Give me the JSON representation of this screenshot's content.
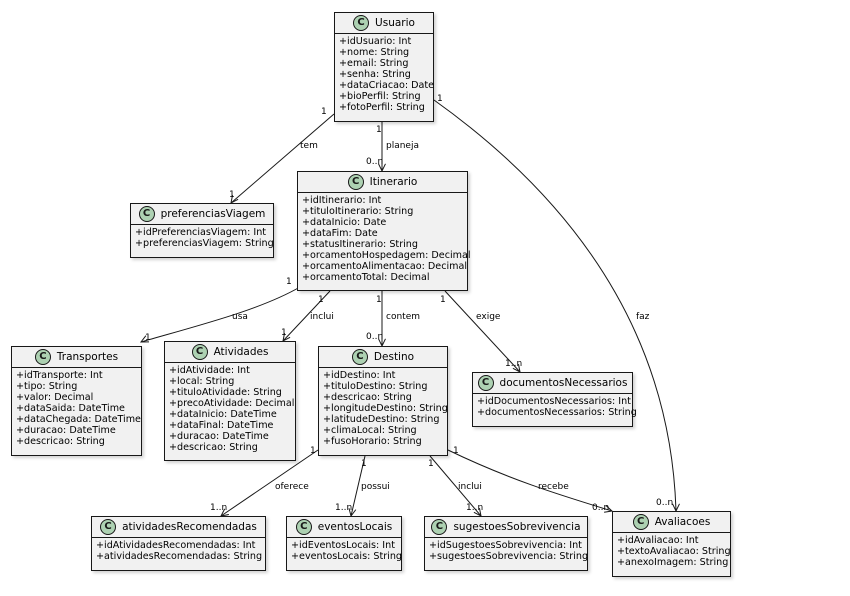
{
  "diagram": {
    "classes": [
      {
        "id": "usuario",
        "name": "Usuario",
        "badge": "C",
        "attributes": [
          "+idUsuario: Int",
          "+nome: String",
          "+email: String",
          "+senha: String",
          "+dataCriacao: Date",
          "+bioPerfil: String",
          "+fotoPerfil: String"
        ]
      },
      {
        "id": "preferencias",
        "name": "preferenciasViagem",
        "badge": "C",
        "attributes": [
          "+idPreferenciasViagem: Int",
          "+preferenciasViagem: String"
        ]
      },
      {
        "id": "itinerario",
        "name": "Itinerario",
        "badge": "C",
        "attributes": [
          "+idItinerario: Int",
          "+tituloItinerario: String",
          "+dataInicio: Date",
          "+dataFim: Date",
          "+statusItinerario: String",
          "+orcamentoHospedagem: Decimal",
          "+orcamentoAlimentacao: Decimal",
          "+orcamentoTotal: Decimal"
        ]
      },
      {
        "id": "transportes",
        "name": "Transportes",
        "badge": "C",
        "attributes": [
          "+idTransporte: Int",
          "+tipo: String",
          "+valor: Decimal",
          "+dataSaida: DateTime",
          "+dataChegada: DateTime",
          "+duracao: DateTime",
          "+descricao: String"
        ]
      },
      {
        "id": "atividades",
        "name": "Atividades",
        "badge": "C",
        "attributes": [
          "+idAtividade: Int",
          "+local: String",
          "+tituloAtividade: String",
          "+precoAtividade: Decimal",
          "+dataInicio: DateTime",
          "+dataFinal: DateTime",
          "+duracao: DateTime",
          "+descricao: String"
        ]
      },
      {
        "id": "destino",
        "name": "Destino",
        "badge": "C",
        "attributes": [
          "+idDestino: Int",
          "+tituloDestino: String",
          "+descricao: String",
          "+longitudeDestino: String",
          "+latitudeDestino: String",
          "+climaLocal: String",
          "+fusoHorario: String"
        ]
      },
      {
        "id": "documentos",
        "name": "documentosNecessarios",
        "badge": "C",
        "attributes": [
          "+idDocumentosNecessarios: Int",
          "+documentosNecessarios: String"
        ]
      },
      {
        "id": "ativrec",
        "name": "atividadesRecomendadas",
        "badge": "C",
        "attributes": [
          "+idAtividadesRecomendadas: Int",
          "+atividadesRecomendadas: String"
        ]
      },
      {
        "id": "eventos",
        "name": "eventosLocais",
        "badge": "C",
        "attributes": [
          "+idEventosLocais: Int",
          "+eventosLocais: String"
        ]
      },
      {
        "id": "sugestoes",
        "name": "sugestoesSobrevivencia",
        "badge": "C",
        "attributes": [
          "+idSugestoesSobrevivencia: Int",
          "+sugestoesSobrevivencia: String"
        ]
      },
      {
        "id": "avaliacoes",
        "name": "Avaliacoes",
        "badge": "C",
        "attributes": [
          "+idAvaliacao: Int",
          "+textoAvaliacao: String",
          "+anexoImagem: String"
        ]
      }
    ],
    "relations": [
      {
        "id": "tem",
        "label": "tem",
        "from_mult": "1",
        "to_mult": "1"
      },
      {
        "id": "planeja",
        "label": "planeja",
        "from_mult": "1",
        "to_mult": "0..n"
      },
      {
        "id": "faz",
        "label": "faz",
        "from_mult": "1",
        "to_mult": "0..n"
      },
      {
        "id": "usa",
        "label": "usa",
        "from_mult": "1",
        "to_mult": "1"
      },
      {
        "id": "inclui1",
        "label": "inclui",
        "from_mult": "1",
        "to_mult": "1"
      },
      {
        "id": "contem",
        "label": "contem",
        "from_mult": "1",
        "to_mult": "0..n"
      },
      {
        "id": "exige",
        "label": "exige",
        "from_mult": "1",
        "to_mult": "1..n"
      },
      {
        "id": "oferece",
        "label": "oferece",
        "from_mult": "1",
        "to_mult": "1..n"
      },
      {
        "id": "possui",
        "label": "possui",
        "from_mult": "1",
        "to_mult": "1..n"
      },
      {
        "id": "inclui2",
        "label": "inclui",
        "from_mult": "1",
        "to_mult": "1..n"
      },
      {
        "id": "recebe",
        "label": "recebe",
        "from_mult": "1",
        "to_mult": "0..n"
      }
    ]
  }
}
